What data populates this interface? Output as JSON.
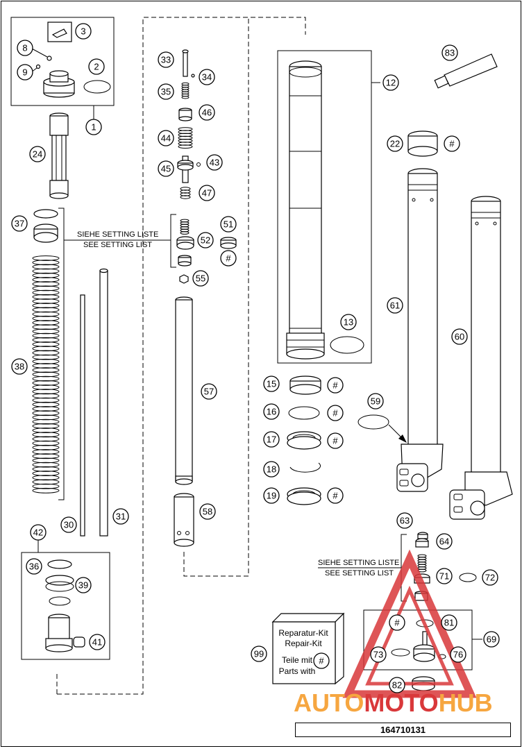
{
  "diagram": {
    "drawing_number": "164710131",
    "setting_note_de": "SIEHE SETTING LISTE",
    "setting_note_en": "SEE SETTING LIST",
    "kit_box": {
      "line1": "Reparatur-Kit",
      "line2": "Repair-Kit",
      "line3": "Teile mit",
      "line4": "Parts with",
      "symbol": "#"
    },
    "watermark": {
      "part1": "AUTO",
      "part2": "MOTO",
      "part3": "HUB",
      "color_orange": "#f6a640",
      "color_red": "#d9383a"
    },
    "callouts": [
      "1",
      "2",
      "3",
      "8",
      "9",
      "24",
      "37",
      "38",
      "30",
      "31",
      "42",
      "36",
      "39",
      "41",
      "33",
      "34",
      "35",
      "46",
      "44",
      "45",
      "43",
      "47",
      "51",
      "52",
      "55",
      "57",
      "58",
      "12",
      "13",
      "15",
      "16",
      "17",
      "18",
      "19",
      "22",
      "59",
      "61",
      "60",
      "63",
      "64",
      "71",
      "72",
      "69",
      "81",
      "73",
      "76",
      "82",
      "99",
      "83"
    ],
    "hash_symbol": "#"
  }
}
